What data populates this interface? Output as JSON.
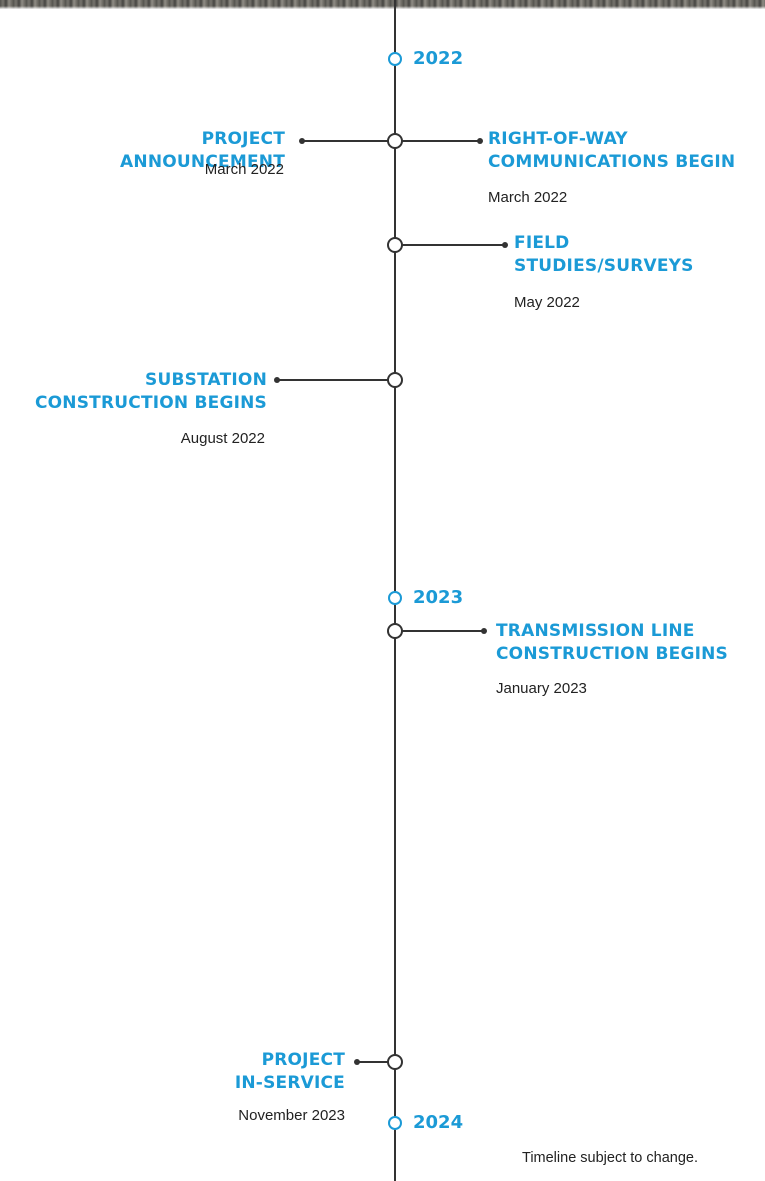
{
  "colors": {
    "accent": "#1b9ad6",
    "line": "#333333",
    "text": "#222222"
  },
  "years": [
    "2022",
    "2023",
    "2024"
  ],
  "milestones": [
    {
      "title_lines": [
        "PROJECT",
        "ANNOUNCEMENT"
      ],
      "date": "March 2022",
      "side": "left"
    },
    {
      "title_lines": [
        "RIGHT-OF-WAY",
        "COMMUNICATIONS BEGIN"
      ],
      "date": "March 2022",
      "side": "right"
    },
    {
      "title_lines": [
        "FIELD",
        "STUDIES/SURVEYS"
      ],
      "date": "May 2022",
      "side": "right"
    },
    {
      "title_lines": [
        "SUBSTATION",
        "CONSTRUCTION BEGINS"
      ],
      "date": "August 2022",
      "side": "left"
    },
    {
      "title_lines": [
        "TRANSMISSION LINE",
        "CONSTRUCTION BEGINS"
      ],
      "date": "January 2023",
      "side": "right"
    },
    {
      "title_lines": [
        "PROJECT",
        "IN-SERVICE"
      ],
      "date": "November 2023",
      "side": "left"
    }
  ],
  "footnote": "Timeline subject to change."
}
